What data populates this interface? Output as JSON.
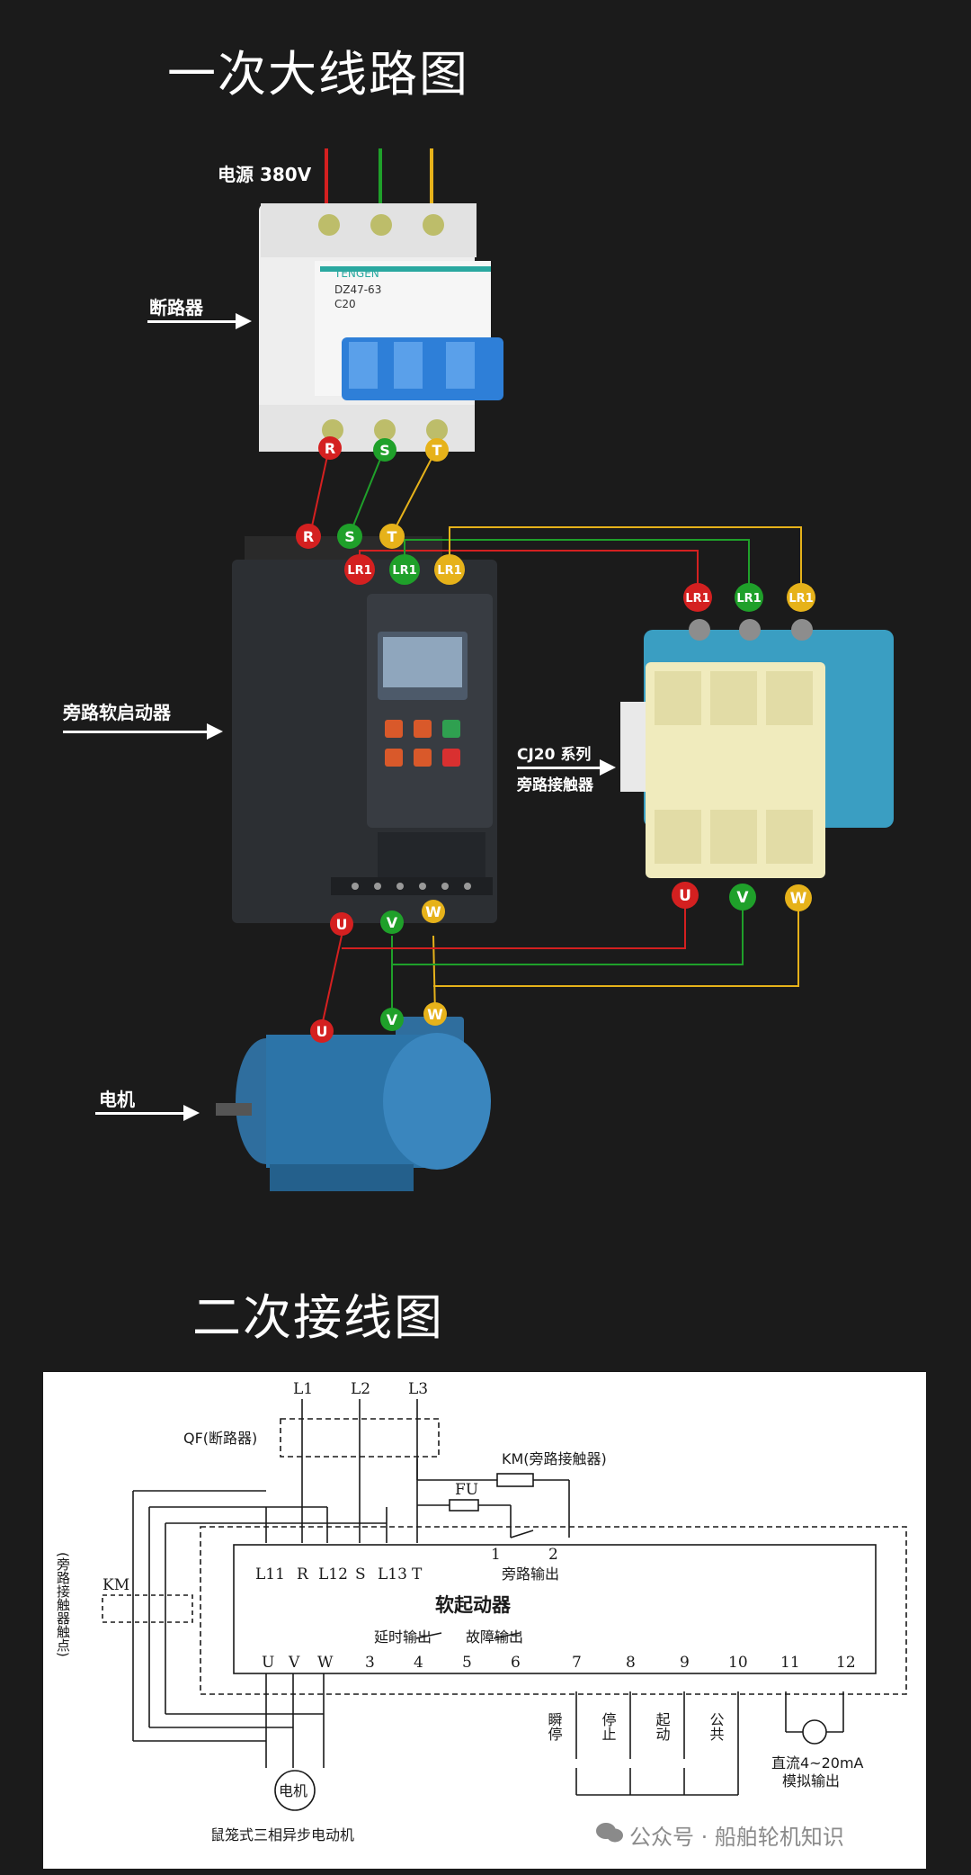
{
  "titles": {
    "primary": "一次大线路图",
    "secondary": "二次接线图"
  },
  "labels": {
    "power": "电源 380V",
    "breaker": "断路器",
    "soft_starter": "旁路软启动器",
    "contactor_series": "CJ20 系列",
    "contactor_name": "旁路接触器",
    "motor": "电机"
  },
  "breaker_device": {
    "brand": "TENGEN",
    "model": "DZ47-63",
    "rating": "C20"
  },
  "terminals": {
    "input": [
      "R",
      "S",
      "T"
    ],
    "bypass": [
      "LR1",
      "LR1",
      "LR1"
    ],
    "output": [
      "U",
      "V",
      "W"
    ]
  },
  "colors": {
    "phase1": "#d42020",
    "phase2": "#1fa02a",
    "phase3": "#e6b21a",
    "background": "#1b1b1b"
  },
  "schematic": {
    "lines": [
      "L1",
      "L2",
      "L3"
    ],
    "qf_label": "QF(断路器)",
    "km_label": "KM(旁路接触器)",
    "fu_label": "FU",
    "km_contact": "KM",
    "km_side_label": "(旁路接触器触点)",
    "top_terminals": [
      "L11",
      "R",
      "L12",
      "S",
      "L13",
      "T"
    ],
    "bypass_out": [
      "1",
      "2"
    ],
    "bypass_out_label": "旁路输出",
    "starter_label": "软起动器",
    "delay_out": "延时输出",
    "fault_out": "故障输出",
    "bottom_terminals": [
      "U",
      "V",
      "W",
      "3",
      "4",
      "5",
      "6",
      "7",
      "8",
      "9",
      "10",
      "11",
      "12"
    ],
    "controls": [
      "瞬停",
      "停止",
      "起动",
      "公共"
    ],
    "analog_label_1": "直流4~20mA",
    "analog_label_2": "模拟输出",
    "motor_label": "电机",
    "motor_caption": "鼠笼式三相异步电动机"
  },
  "watermark": "公众号 · 船舶轮机知识"
}
